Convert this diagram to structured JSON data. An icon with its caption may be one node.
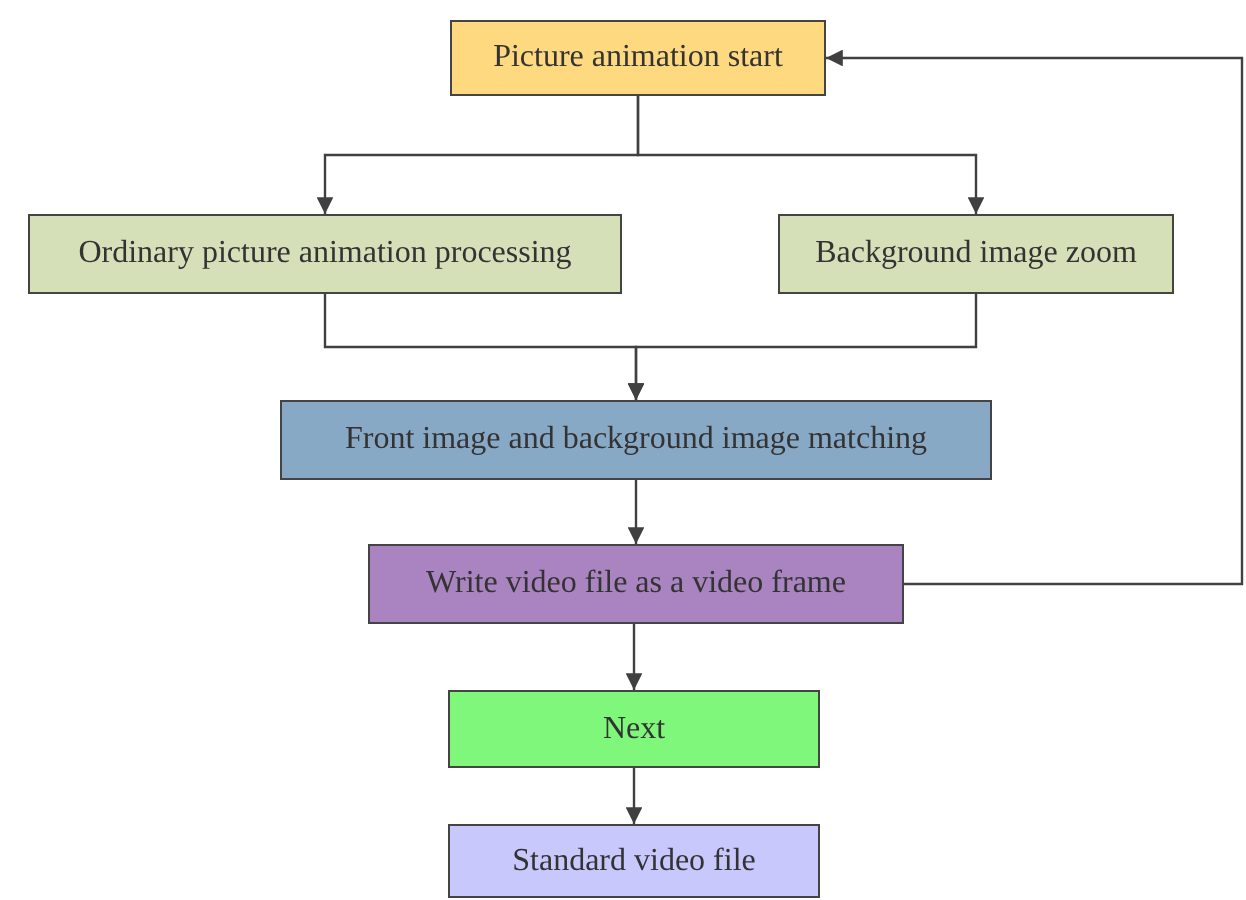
{
  "diagram": {
    "nodes": [
      {
        "text": [
          "Picture animation start"
        ]
      },
      {
        "text": [
          "Ordinary picture animation processing"
        ]
      },
      {
        "text": [
          "Background image zoom"
        ]
      },
      {
        "text": [
          "Front image and background image matching"
        ]
      },
      {
        "text": [
          "Write video file as a video frame"
        ]
      },
      {
        "text": [
          "Next"
        ]
      },
      {
        "text": [
          "Standard video file"
        ]
      }
    ],
    "edges": [
      {
        "from": 0,
        "to": 1,
        "arrow": "to"
      },
      {
        "from": 0,
        "to": 2,
        "arrow": "to"
      },
      {
        "from": 1,
        "to": 3,
        "arrow": "to"
      },
      {
        "from": 2,
        "to": 3,
        "arrow": "to"
      },
      {
        "from": 3,
        "to": 4,
        "arrow": "to"
      },
      {
        "from": 4,
        "to": 5,
        "arrow": "to"
      },
      {
        "from": 5,
        "to": 6,
        "arrow": "to"
      },
      {
        "from": 4,
        "to": 0,
        "arrow": "to"
      }
    ]
  }
}
